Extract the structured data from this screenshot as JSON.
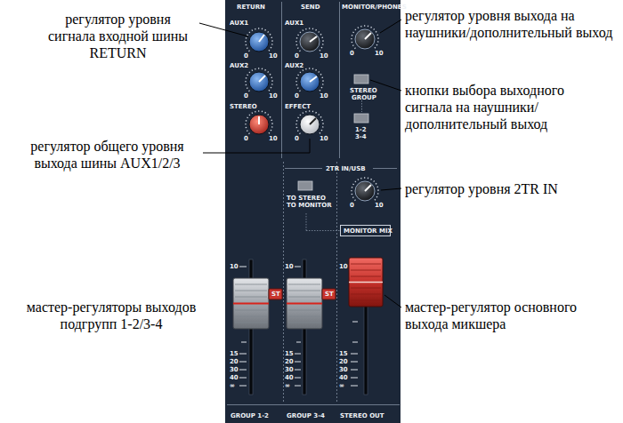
{
  "diagram": {
    "labels": [
      "регулятор уровня сигнала входной шины RETURN",
      "регулятор общего уровня выхода шины AUX1/2/3",
      "мастер-регуляторы выходов подгрупп 1-2/3-4",
      "регулятор уровня выхода на наушники/дополнительный выход",
      "кнопки выбора выходного сигнала на наушники/ дополнительный выход",
      "регулятор уровня 2TR IN",
      "мастер-регулятор основного выхода микшера",
      "RETURN",
      "SEND",
      "MONITOR/PHONES",
      "AUX1",
      "AUX2",
      "STEREO",
      "AUX1",
      "AUX2",
      "EFFECT",
      "0",
      "10",
      "0",
      "10",
      "0",
      "10",
      "0",
      "10",
      "0",
      "10",
      "0",
      "10",
      "0",
      "10",
      "0",
      "10",
      "STEREO",
      "GROUP",
      "1-2",
      "3-4",
      "2TR IN/USB",
      "TO STEREO",
      "TO MONITOR",
      "MONITOR MIX",
      "10",
      "15",
      "20",
      "30",
      "40",
      "∞",
      "10",
      "15",
      "20",
      "30",
      "40",
      "∞",
      "10",
      "15",
      "20",
      "30",
      "40",
      "∞",
      "ST",
      "ST",
      "GROUP 1-2",
      "GROUP 3-4",
      "STEREO OUT"
    ]
  }
}
